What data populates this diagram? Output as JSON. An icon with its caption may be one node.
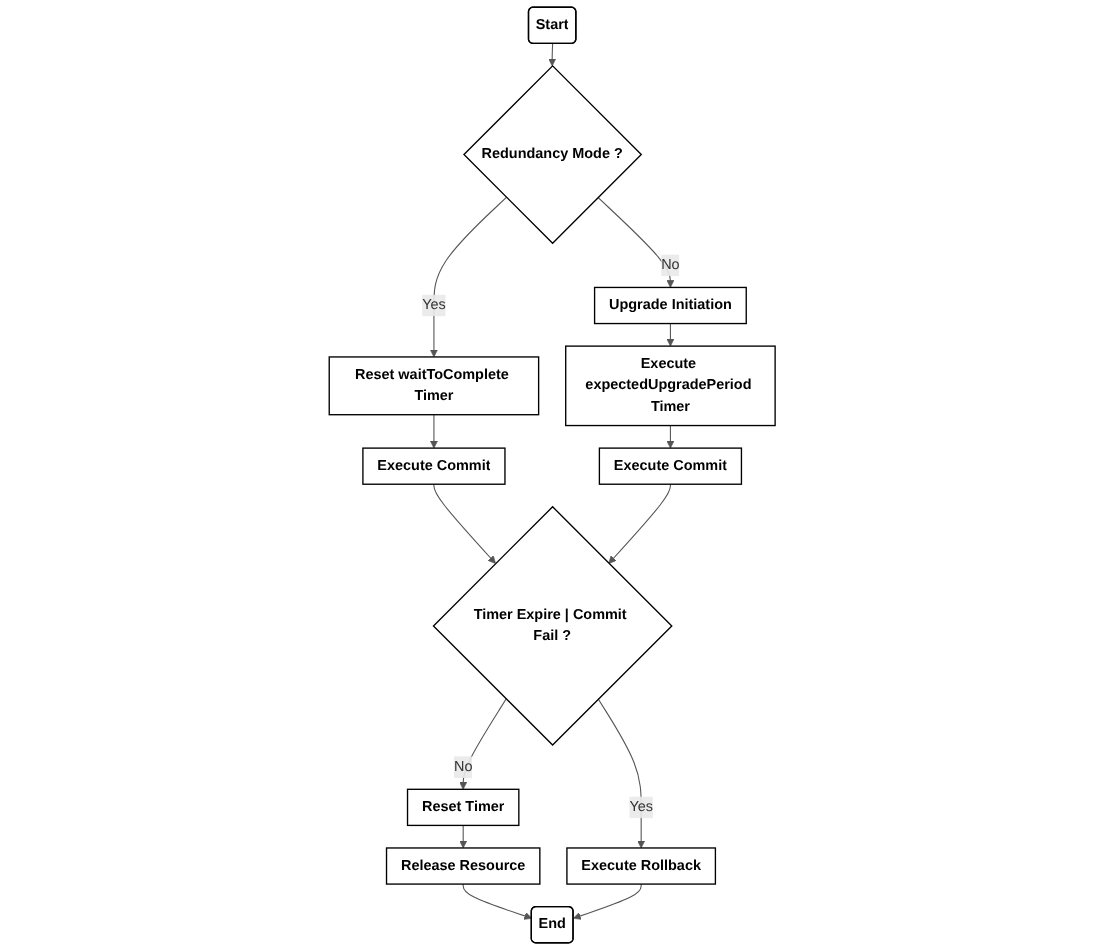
{
  "diagram": {
    "nodes": [
      {
        "text": [
          "Start"
        ]
      },
      {
        "text": [
          "Redundancy Mode ?"
        ]
      },
      {
        "text": [
          "Reset waitToComplete Timer"
        ]
      },
      {
        "text": [
          "Execute Commit"
        ]
      },
      {
        "text": [
          "Upgrade Initiation"
        ]
      },
      {
        "text": [
          "Execute expectedUpgradePeriod Timer"
        ]
      },
      {
        "text": [
          "Execute Commit"
        ]
      },
      {
        "text": [
          "Timer Expire | Commit Fail ?"
        ]
      },
      {
        "text": [
          "Reset Timer"
        ]
      },
      {
        "text": [
          "Release Resource"
        ]
      },
      {
        "text": [
          "Execute Rollback"
        ]
      },
      {
        "text": [
          "End"
        ]
      }
    ],
    "edges": [
      {
        "from": 0,
        "to": 1,
        "arrow": "to"
      },
      {
        "from": 1,
        "to": 2,
        "arrow": "to",
        "label": "Yes"
      },
      {
        "from": 1,
        "to": 4,
        "arrow": "to",
        "label": "No"
      },
      {
        "from": 2,
        "to": 3,
        "arrow": "to"
      },
      {
        "from": 4,
        "to": 5,
        "arrow": "to"
      },
      {
        "from": 5,
        "to": 6,
        "arrow": "to"
      },
      {
        "from": 3,
        "to": 7,
        "arrow": "to"
      },
      {
        "from": 6,
        "to": 7,
        "arrow": "to"
      },
      {
        "from": 7,
        "to": 8,
        "arrow": "to",
        "label": "No"
      },
      {
        "from": 7,
        "to": 10,
        "arrow": "to",
        "label": "Yes"
      },
      {
        "from": 8,
        "to": 9,
        "arrow": "to"
      },
      {
        "from": 9,
        "to": 11,
        "arrow": "to"
      },
      {
        "from": 10,
        "to": 11,
        "arrow": "to"
      }
    ]
  }
}
